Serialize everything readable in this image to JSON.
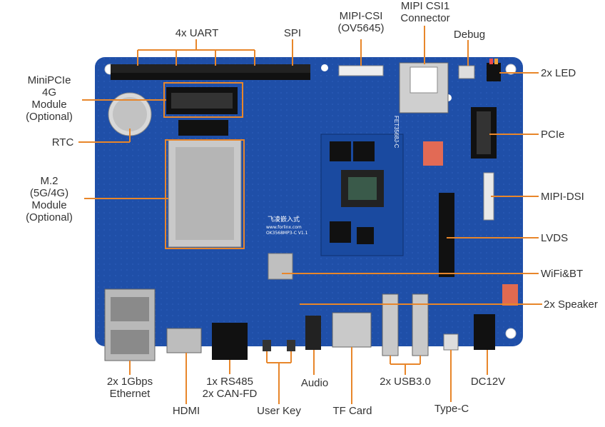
{
  "labels": {
    "uart": "4x UART",
    "spi": "SPI",
    "mipi_csi": [
      "MIPI-CSI",
      "(OV5645)"
    ],
    "mipi_csi1": [
      "MIPI CSI1",
      "Connector"
    ],
    "debug": "Debug",
    "led": "2x LED",
    "minipcie": [
      "MiniPCIe",
      "4G",
      "Module",
      "(Optional)"
    ],
    "rtc": "RTC",
    "m2": [
      "M.2",
      "(5G/4G)",
      "Module",
      "(Optional)"
    ],
    "pcie": "PCIe",
    "mipi_dsi": "MIPI-DSI",
    "lvds": "LVDS",
    "wifi_bt": "WiFi&BT",
    "speaker": "2x Speaker",
    "ethernet": [
      "2x 1Gbps",
      "Ethernet"
    ],
    "hdmi": "HDMI",
    "rs485": [
      "1x RS485",
      "2x CAN-FD"
    ],
    "user_key": "User Key",
    "audio": "Audio",
    "tf_card": "TF Card",
    "usb3": "2x USB3.0",
    "type_c": "Type-C",
    "dc12v": "DC12V"
  },
  "board": {
    "brand_text": "飞凌嵌入式",
    "url_text": "www.forlinx.com",
    "som_text": "FET3568J-C",
    "model_text": "OK3568MP3-C V1.1"
  },
  "colors": {
    "pcb": "#1f4fa8",
    "pcb_dark": "#163e86",
    "callout": "#e8862a",
    "label": "#333333"
  }
}
